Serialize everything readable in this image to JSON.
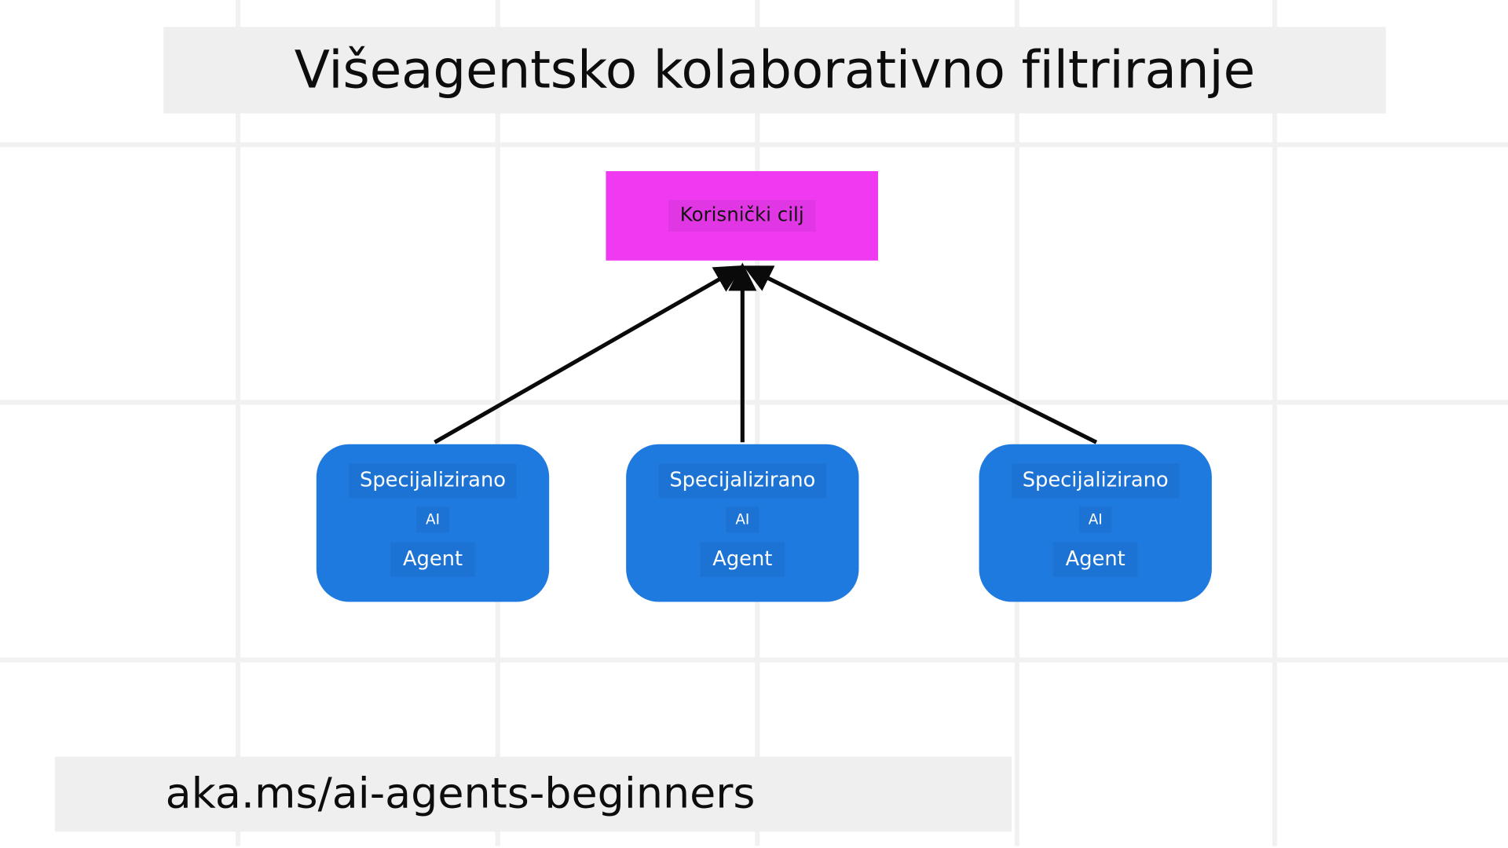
{
  "slide": {
    "title": "Višeagentsko kolaborativno filtriranje",
    "footer": "aka.ms/ai-agents-beginners",
    "background_color": "#ffffff",
    "banner_color": "#efefef",
    "grid_line_color": "#f1f1f1"
  },
  "diagram": {
    "goal_node": {
      "label": "Korisnički cilj",
      "fill_color": "#ef3af2",
      "text_color": "#141414"
    },
    "agent_nodes": [
      {
        "line1": "Specijalizirano",
        "line2": "AI",
        "line3": "Agent",
        "fill_color": "#1f7ae0",
        "text_color": "#ffffff"
      },
      {
        "line1": "Specijalizirano",
        "line2": "AI",
        "line3": "Agent",
        "fill_color": "#1f7ae0",
        "text_color": "#ffffff"
      },
      {
        "line1": "Specijalizirano",
        "line2": "AI",
        "line3": "Agent",
        "fill_color": "#1f7ae0",
        "text_color": "#ffffff"
      }
    ],
    "connector_color": "#0a0a0a",
    "connector_count": 3
  }
}
